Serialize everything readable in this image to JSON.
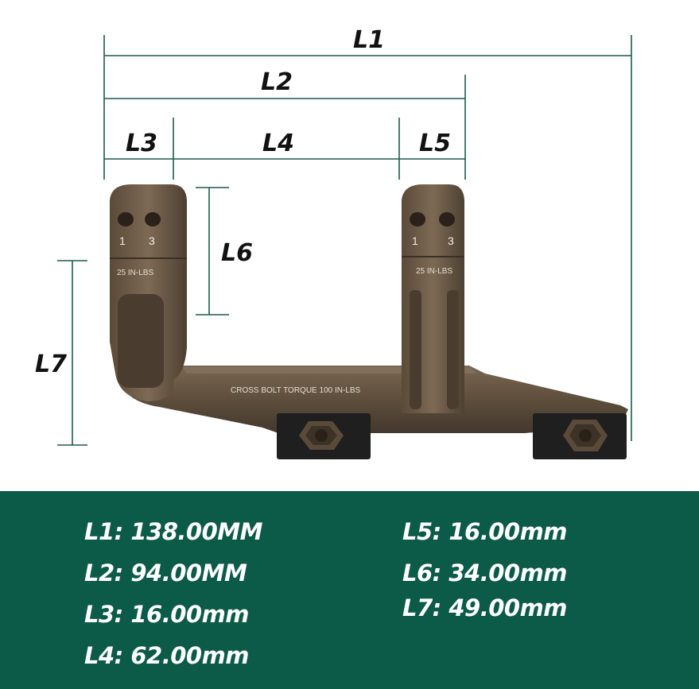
{
  "diagram": {
    "dimension_labels": {
      "L1": "L1",
      "L2": "L2",
      "L3": "L3",
      "L4": "L4",
      "L5": "L5",
      "L6": "L6",
      "L7": "L7"
    },
    "engravings": {
      "left_ring_num_1": "1",
      "left_ring_num_3": "3",
      "left_ring_torque": "25 IN-LBS",
      "right_ring_num_1": "1",
      "right_ring_num_3": "3",
      "right_ring_torque": "25 IN-LBS",
      "base_text": "CROSS BOLT TORQUE 100 IN-LBS"
    },
    "colors": {
      "dimension_lines": "#1d5a4a",
      "mount_body": "#6b5a46",
      "spec_panel": "#0c5a48"
    }
  },
  "specs": {
    "left_column": [
      "L1: 138.00MM",
      "L2: 94.00MM",
      "L3: 16.00mm",
      "L4: 62.00mm"
    ],
    "right_column": [
      "L5: 16.00mm",
      "L6: 34.00mm",
      "L7: 49.00mm"
    ]
  }
}
